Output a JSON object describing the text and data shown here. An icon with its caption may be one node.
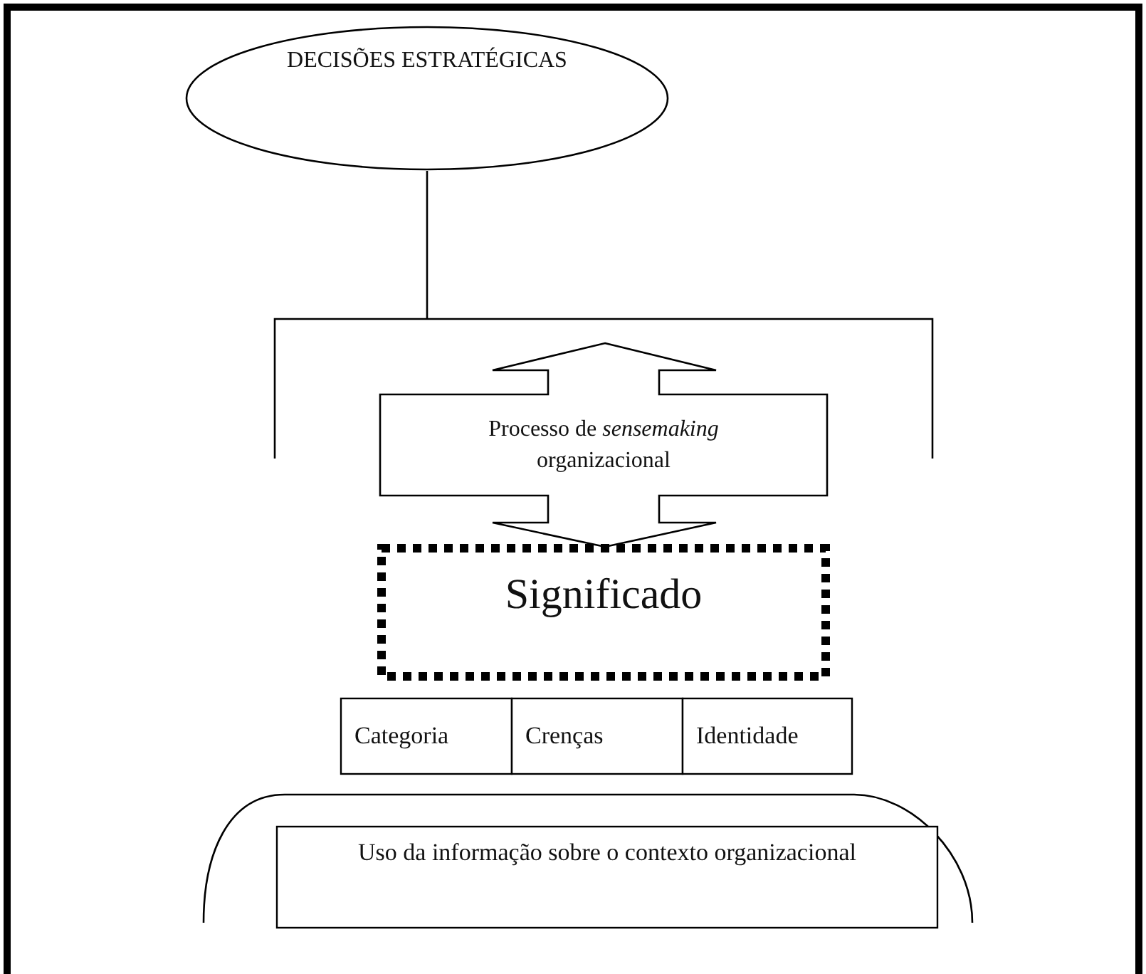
{
  "diagram": {
    "nodes": [
      {
        "text": [
          "DECISÕES ESTRATÉGICAS"
        ]
      },
      {
        "text": [
          "Processo de *sensemaking* organizacional"
        ]
      },
      {
        "text": [
          "Significado"
        ]
      },
      {
        "text": [
          "Categoria"
        ]
      },
      {
        "text": [
          "Crenças"
        ]
      },
      {
        "text": [
          "Identidade"
        ]
      },
      {
        "text": [
          "Uso da informação sobre o contexto organizacional"
        ]
      }
    ]
  }
}
